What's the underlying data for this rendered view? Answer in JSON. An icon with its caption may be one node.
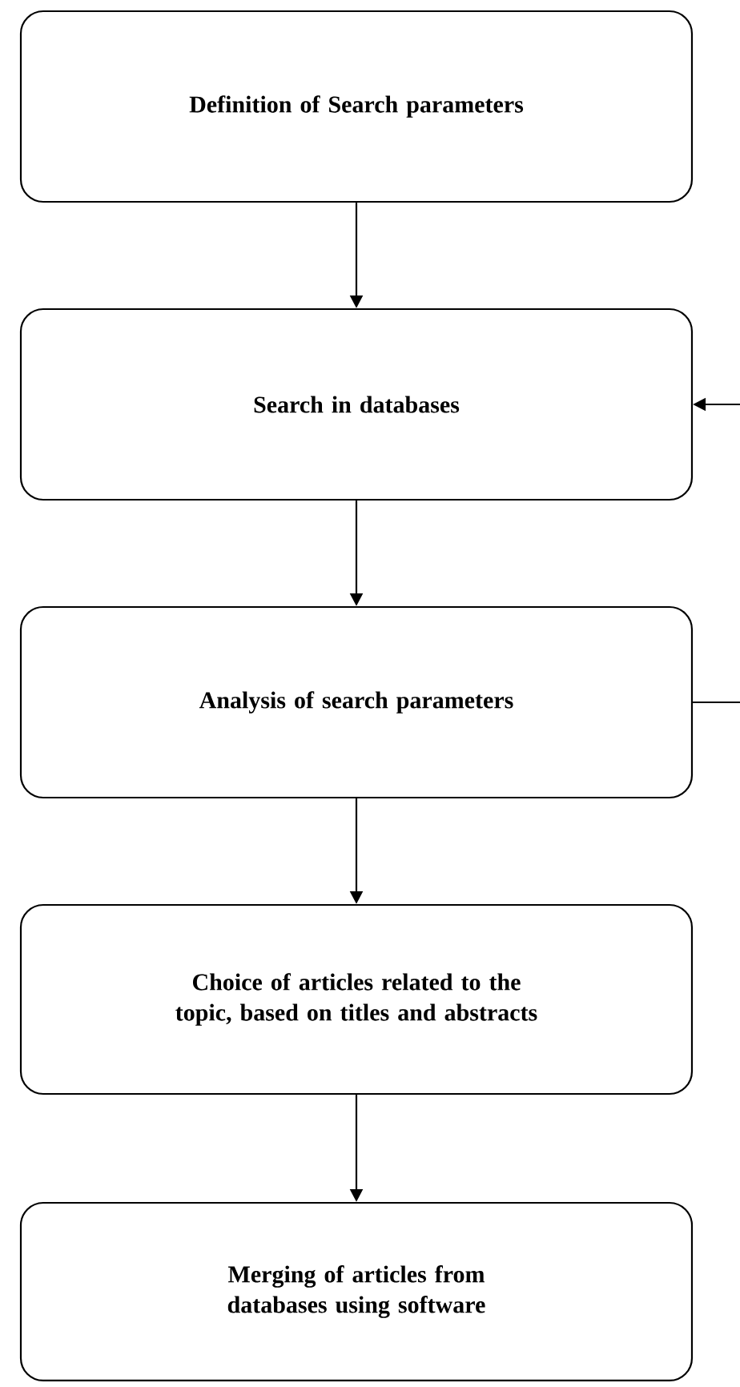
{
  "diagram": {
    "nodes": [
      {
        "text": [
          "Definition of Search parameters"
        ]
      },
      {
        "text": [
          "Search in databases"
        ]
      },
      {
        "text": [
          "Analysis of search parameters"
        ]
      },
      {
        "text": [
          "Choice of articles related to the topic, based on titles and abstracts"
        ]
      },
      {
        "text": [
          "Merging of articles from databases using software"
        ]
      }
    ],
    "edges": [
      {
        "from": 0,
        "to": 1,
        "arrow": "to"
      },
      {
        "from": 1,
        "to": 2,
        "arrow": "to"
      },
      {
        "from": 2,
        "to": 3,
        "arrow": "to"
      },
      {
        "from": 3,
        "to": 4,
        "arrow": "to"
      },
      {
        "from": 2,
        "to": 1,
        "arrow": "to"
      }
    ]
  }
}
